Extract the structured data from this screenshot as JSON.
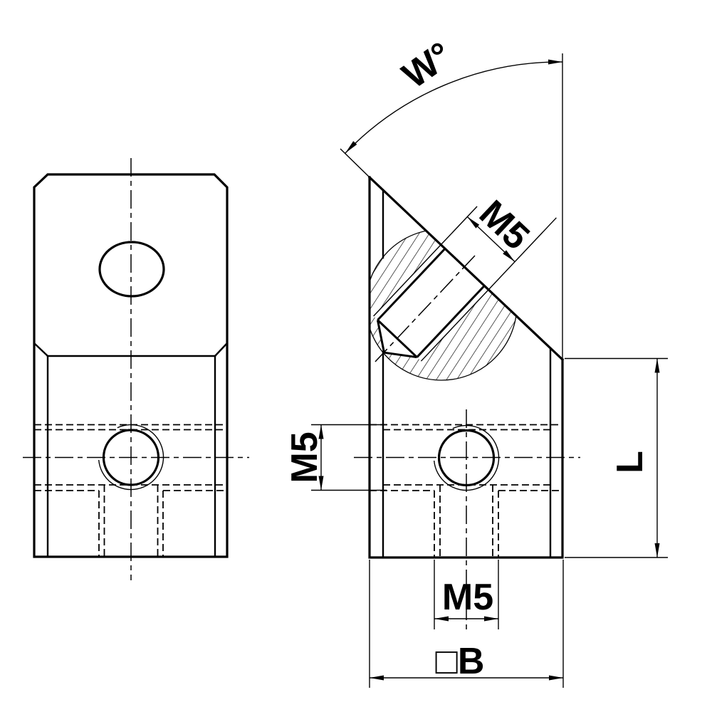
{
  "drawing": {
    "title": "angle-block-technical-drawing",
    "background_color": "#ffffff",
    "line_color": "#000000",
    "views": {
      "front_view": "front view with angled-hole opening and side tapped hole",
      "side_view": "side view with inclined face, local section of angled tapped hole, side hole and bottom tapped hole"
    },
    "labels": {
      "angle": "W°",
      "thread_angled": "M5",
      "thread_side": "M5",
      "thread_bottom": "M5",
      "width": "□B",
      "length": "L"
    }
  }
}
